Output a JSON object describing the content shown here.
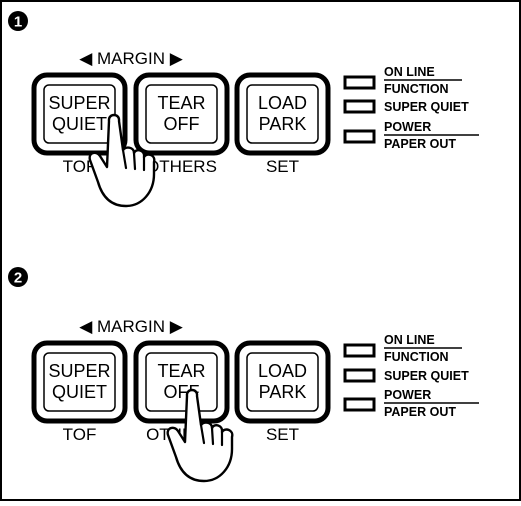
{
  "colors": {
    "ink": "#000000",
    "paper": "#ffffff"
  },
  "panels": [
    {
      "step": "1",
      "margin_label": "◀ MARGIN ▶",
      "buttons": [
        {
          "line1": "SUPER",
          "line2": "QUIET",
          "below": "TOF"
        },
        {
          "line1": "TEAR",
          "line2": "OFF",
          "below": "OTHERS"
        },
        {
          "line1": "LOAD",
          "line2": "PARK",
          "below": "SET"
        }
      ],
      "indicators": [
        {
          "top": "ON LINE",
          "bottom": "FUNCTION"
        },
        {
          "top": "SUPER QUIET",
          "bottom": ""
        },
        {
          "top": "POWER",
          "bottom": "PAPER OUT"
        }
      ],
      "pressed_button": "super-quiet",
      "icon": "pointing-hand-icon"
    },
    {
      "step": "2",
      "margin_label": "◀ MARGIN ▶",
      "buttons": [
        {
          "line1": "SUPER",
          "line2": "QUIET",
          "below": "TOF"
        },
        {
          "line1": "TEAR",
          "line2": "OFF",
          "below": "OTHERS"
        },
        {
          "line1": "LOAD",
          "line2": "PARK",
          "below": "SET"
        }
      ],
      "indicators": [
        {
          "top": "ON LINE",
          "bottom": "FUNCTION"
        },
        {
          "top": "SUPER QUIET",
          "bottom": ""
        },
        {
          "top": "POWER",
          "bottom": "PAPER OUT"
        }
      ],
      "pressed_button": "tear-off",
      "icon": "pointing-hand-icon"
    }
  ]
}
